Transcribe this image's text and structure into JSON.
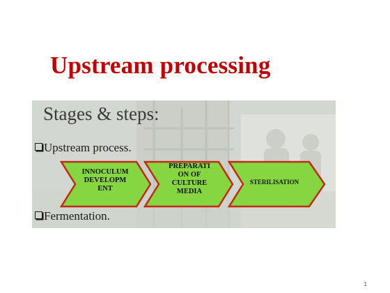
{
  "slide": {
    "title": "Upstream processing",
    "page_number": "1"
  },
  "panel": {
    "heading": "Stages & steps:",
    "bullets": [
      "Upstream process.",
      "Fermentation."
    ],
    "steps": [
      {
        "label": "INNOCULUM DEVELOPM ENT",
        "line1": "INNOCULUM",
        "line2": "DEVELOPM",
        "line3": "ENT",
        "line4": ""
      },
      {
        "label": "PREPARATI ON OF CULTURE MEDIA",
        "line1": "PREPARATI",
        "line2": "ON OF",
        "line3": "CULTURE",
        "line4": "MEDIA"
      },
      {
        "label": "STERILISATION",
        "line1": "STERILISATION",
        "line2": "",
        "line3": "",
        "line4": ""
      }
    ],
    "arrow_fill": "#85d640",
    "arrow_border": "#c22a14"
  }
}
